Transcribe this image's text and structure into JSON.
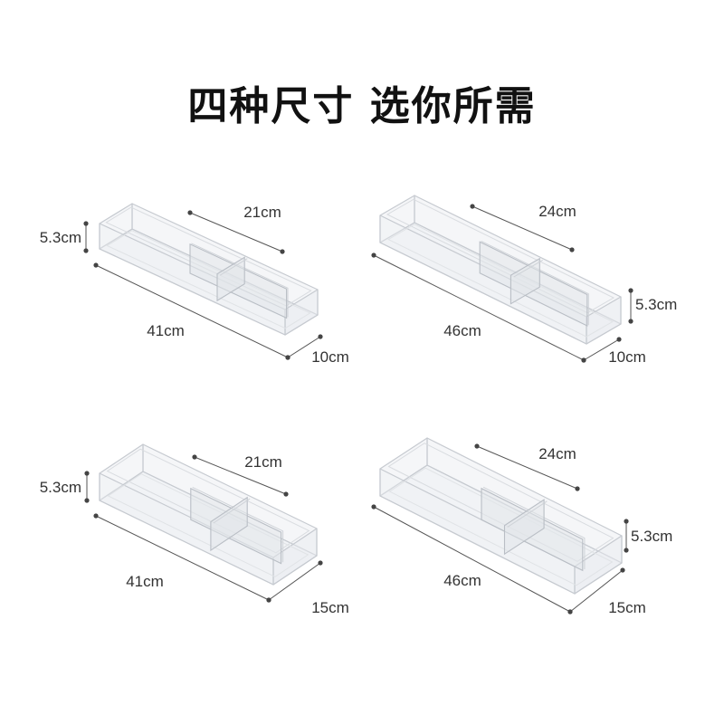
{
  "title": "四种尺寸 选你所需",
  "trays": [
    {
      "divider_length": "21cm",
      "length": "41cm",
      "width": "10cm",
      "height": "5.3cm"
    },
    {
      "divider_length": "24cm",
      "length": "46cm",
      "width": "10cm",
      "height": "5.3cm"
    },
    {
      "divider_length": "21cm",
      "length": "41cm",
      "width": "15cm",
      "height": "5.3cm"
    },
    {
      "divider_length": "24cm",
      "length": "46cm",
      "width": "15cm",
      "height": "5.3cm"
    }
  ]
}
